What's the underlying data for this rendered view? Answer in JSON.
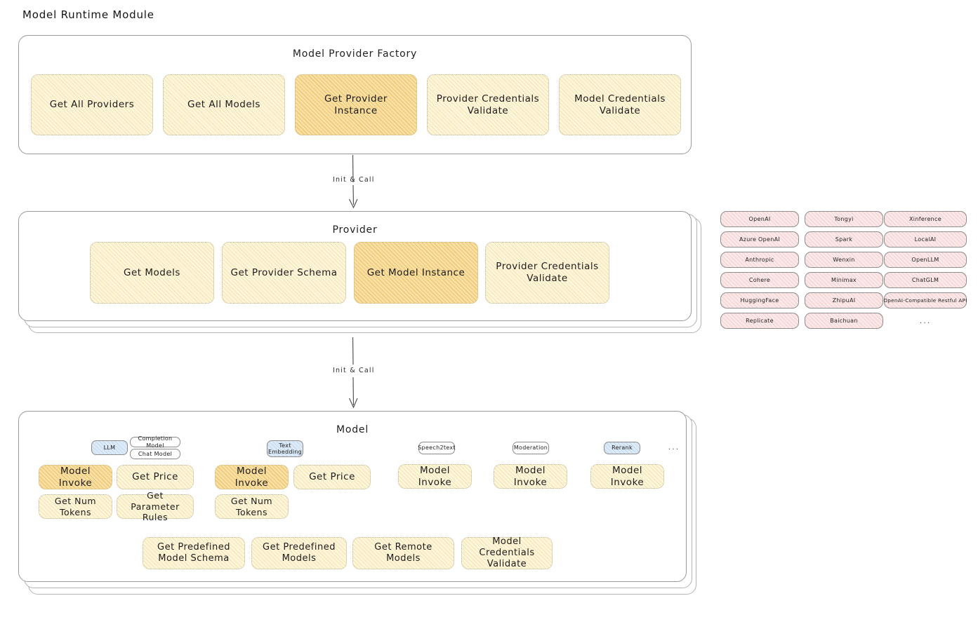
{
  "page": {
    "title": "Model Runtime Module"
  },
  "factory": {
    "title": "Model Provider Factory",
    "nodes": [
      {
        "label": "Get All Providers",
        "highlight": false
      },
      {
        "label": "Get All Models",
        "highlight": false
      },
      {
        "label": "Get Provider Instance",
        "highlight": true
      },
      {
        "label": "Provider Credentials Validate",
        "highlight": false
      },
      {
        "label": "Model Credentials Validate",
        "highlight": false
      }
    ]
  },
  "arrows": {
    "first_label": "Init & Call",
    "second_label": "Init & Call"
  },
  "provider": {
    "title": "Provider",
    "nodes": [
      {
        "label": "Get Models",
        "highlight": false
      },
      {
        "label": "Get Provider Schema",
        "highlight": false
      },
      {
        "label": "Get Model Instance",
        "highlight": true
      },
      {
        "label": "Provider Credentials Validate",
        "highlight": false
      }
    ]
  },
  "provider_list": {
    "columns": [
      [
        "OpenAI",
        "Azure OpenAI",
        "Anthropic",
        "Cohere",
        "HuggingFace",
        "Replicate"
      ],
      [
        "Tongyi",
        "Spark",
        "Wenxin",
        "Minimax",
        "ZhipuAI",
        "Baichuan"
      ],
      [
        "Xinference",
        "LocalAI",
        "OpenLLM",
        "ChatGLM",
        "OpenAI-Compatible Restful API",
        "..."
      ]
    ]
  },
  "model": {
    "title": "Model",
    "types": [
      {
        "name": "LLM",
        "subtags": [
          "Completion Model",
          "Chat Model"
        ],
        "methods": [
          {
            "label": "Model Invoke",
            "highlight": true
          },
          {
            "label": "Get Price",
            "highlight": false
          },
          {
            "label": "Get Num Tokens",
            "highlight": false
          },
          {
            "label": "Get Parameter Rules",
            "highlight": false
          }
        ]
      },
      {
        "name": "Text Embedding",
        "subtags": [],
        "methods": [
          {
            "label": "Model Invoke",
            "highlight": true
          },
          {
            "label": "Get Price",
            "highlight": false
          },
          {
            "label": "Get Num Tokens",
            "highlight": false
          }
        ]
      },
      {
        "name": "Speech2text",
        "subtags": [],
        "methods": [
          {
            "label": "Model Invoke",
            "highlight": false
          }
        ]
      },
      {
        "name": "Moderation",
        "subtags": [],
        "methods": [
          {
            "label": "Model Invoke",
            "highlight": false
          }
        ]
      },
      {
        "name": "Rerank",
        "subtags": [],
        "methods": [
          {
            "label": "Model Invoke",
            "highlight": false
          }
        ]
      }
    ],
    "more_types": "...",
    "common_methods": [
      "Get Predefined Model Schema",
      "Get Predefined Models",
      "Get Remote Models",
      "Model Credentials Validate"
    ]
  },
  "colors": {
    "node_light_fill": "#fdf6dc",
    "node_dark_fill": "#f8dfa4",
    "chip_fill": "#fbe9e9",
    "tag_blue_fill": "#ddeaf7",
    "panel_border": "#9a9a9a",
    "text": "#1c1c1c"
  }
}
